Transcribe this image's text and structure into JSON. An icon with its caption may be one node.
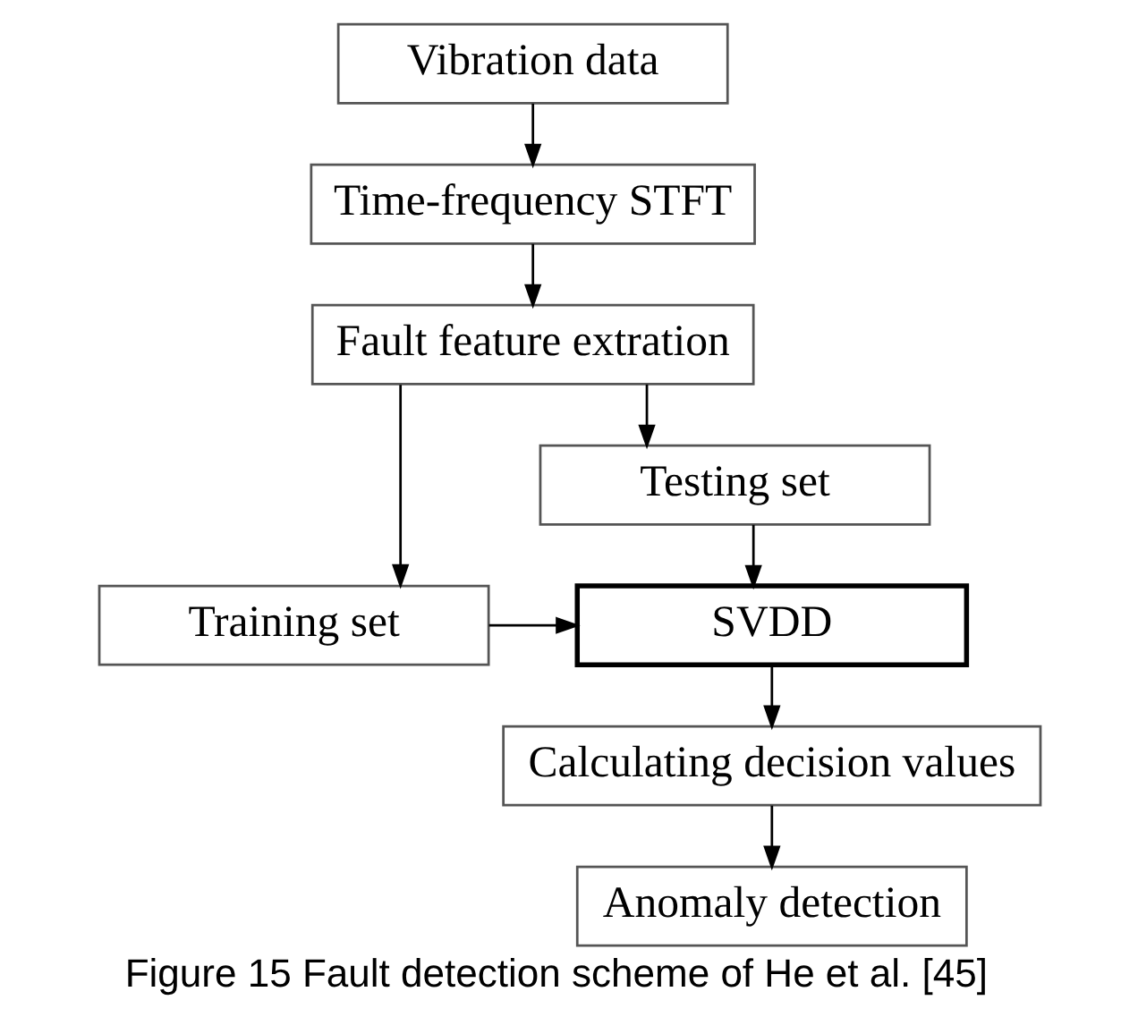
{
  "diagram": {
    "caption": "Figure 15 Fault detection scheme of He et al. [45]",
    "nodes": [
      {
        "text": [
          "Vibration data"
        ]
      },
      {
        "text": [
          "Time-frequency STFT"
        ]
      },
      {
        "text": [
          "Fault feature extration"
        ]
      },
      {
        "text": [
          "Testing set"
        ]
      },
      {
        "text": [
          "Training set"
        ]
      },
      {
        "text": [
          "SVDD"
        ]
      },
      {
        "text": [
          "Calculating decision values"
        ]
      },
      {
        "text": [
          "Anomaly detection"
        ]
      }
    ],
    "edges": [
      {
        "from": 0,
        "to": 1,
        "arrow": "to"
      },
      {
        "from": 1,
        "to": 2,
        "arrow": "to"
      },
      {
        "from": 2,
        "to": 3,
        "arrow": "to"
      },
      {
        "from": 2,
        "to": 4,
        "arrow": "to"
      },
      {
        "from": 3,
        "to": 5,
        "arrow": "to"
      },
      {
        "from": 4,
        "to": 5,
        "arrow": "to"
      },
      {
        "from": 5,
        "to": 6,
        "arrow": "to"
      },
      {
        "from": 6,
        "to": 7,
        "arrow": "to"
      }
    ]
  }
}
